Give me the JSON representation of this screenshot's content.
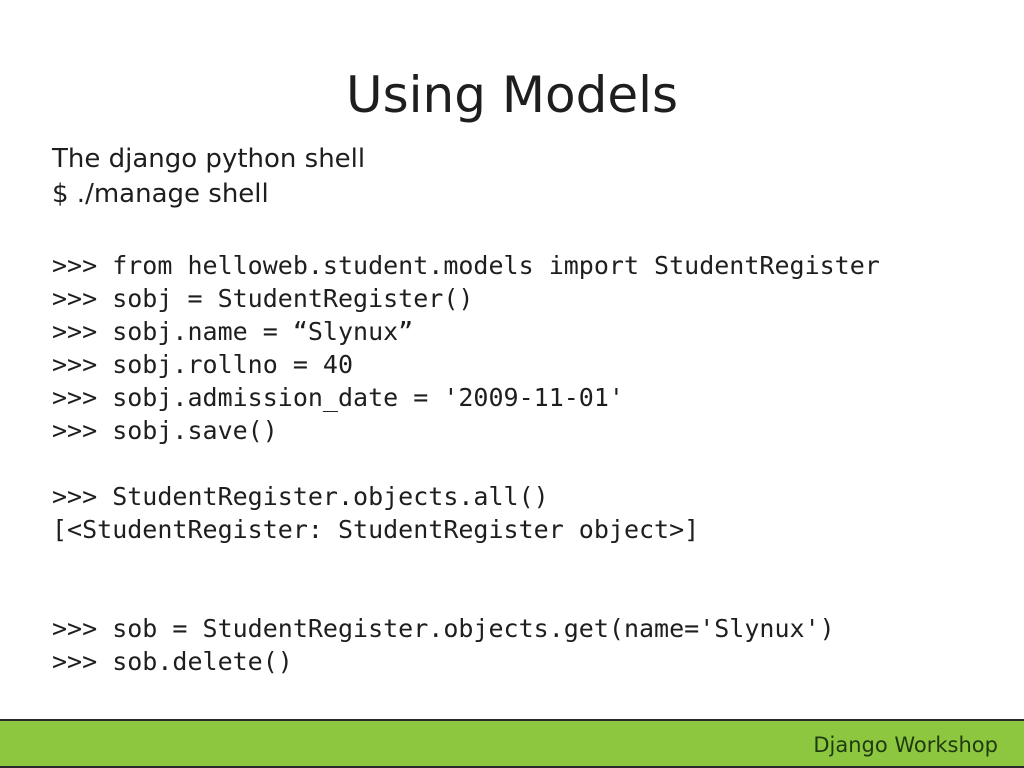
{
  "slide": {
    "title": "Using Models",
    "intro": [
      "The django python shell",
      "$ ./manage shell"
    ],
    "code_block_1": [
      ">>> from helloweb.student.models import StudentRegister",
      ">>> sobj = StudentRegister()",
      ">>> sobj.name = “Slynux”",
      ">>> sobj.rollno = 40",
      ">>> sobj.admission_date = '2009-11-01'",
      ">>> sobj.save()"
    ],
    "code_block_2": [
      ">>> StudentRegister.objects.all()",
      "[<StudentRegister: StudentRegister object>]"
    ],
    "code_block_3": [
      ">>> sob = StudentRegister.objects.get(name='Slynux')",
      ">>> sob.delete()"
    ]
  },
  "footer": {
    "label": "Django Workshop",
    "color": "#8dc63f"
  }
}
